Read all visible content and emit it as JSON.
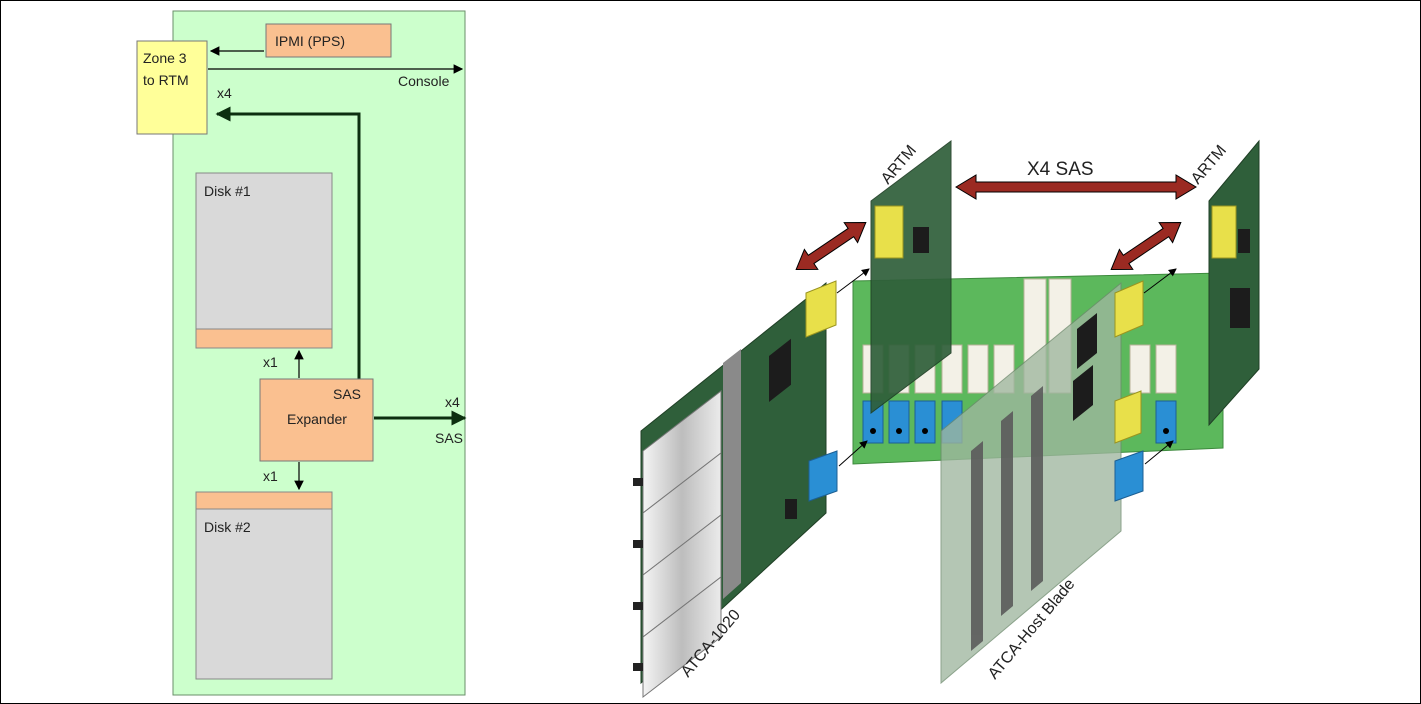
{
  "left_diagram": {
    "zone3_line1": "Zone 3",
    "zone3_line2": "to RTM",
    "ipmi_label": "IPMI (PPS)",
    "console_label": "Console",
    "x4_top_label": "x4",
    "disk1_label": "Disk #1",
    "disk2_label": "Disk #2",
    "sas_line1": "SAS",
    "sas_line2": "Expander",
    "x1_upper_label": "x1",
    "x1_lower_label": "x1",
    "x4_right_label": "x4",
    "sas_out_label": "SAS",
    "colors": {
      "board_green": "#ccffcc",
      "zone_yellow": "#ffff99",
      "orange": "#fac090",
      "disk_gray": "#d9d9d9",
      "arrow_dark": "#0d2f10"
    }
  },
  "right_diagram": {
    "artm_left_label": "ARTM",
    "artm_right_label": "ARTM",
    "x4sas_label": "X4 SAS",
    "atca1020_label": "ATCA-1020",
    "host_blade_label": "ATCA-Host Blade",
    "colors": {
      "pcb_dark": "#2f5f3a",
      "backplane_green": "#5cb85c",
      "arrow_red": "#9b2a22",
      "connector_yellow": "#e8e04a",
      "connector_blue": "#2a8fd4",
      "host_blade_translucent": "#9fb79f"
    }
  }
}
